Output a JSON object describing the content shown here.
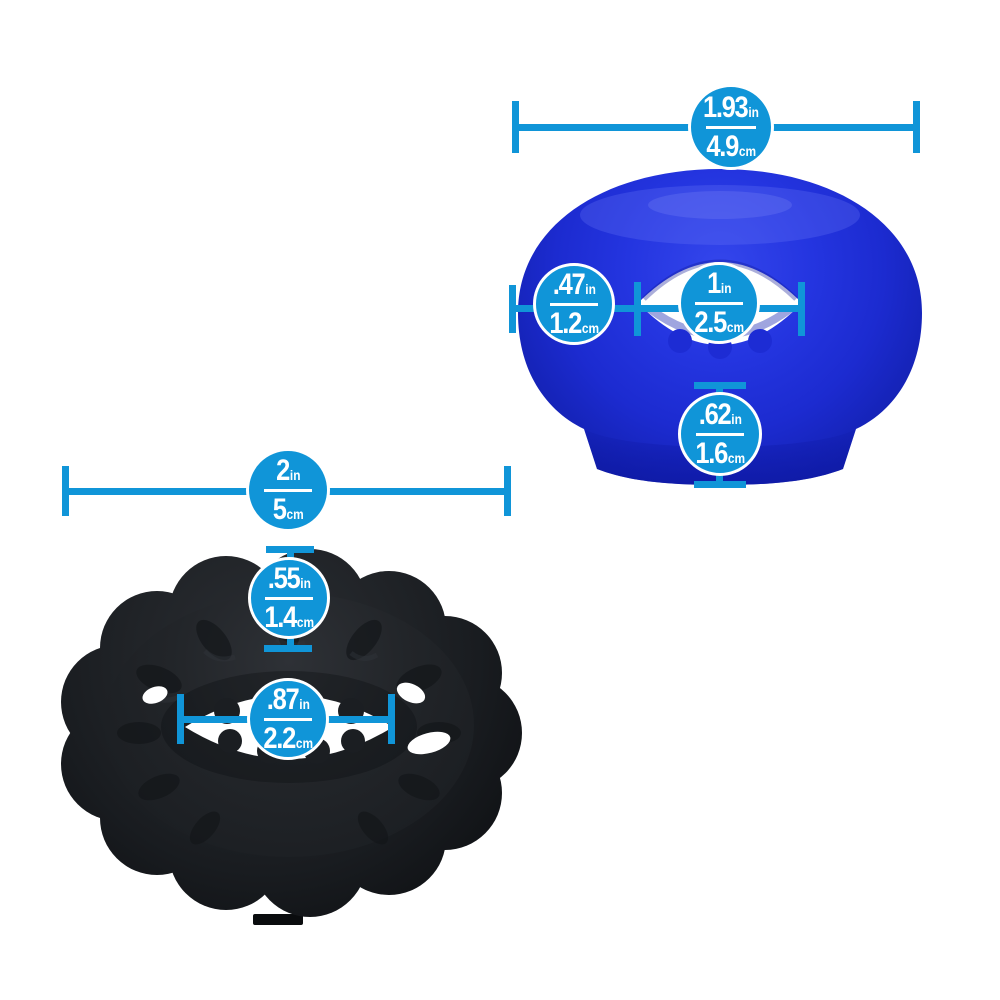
{
  "colors": {
    "background": "#ffffff",
    "accent": "#1095d8",
    "blue_ring_body": "#2334dd",
    "black_ring_body": "#1d2024"
  },
  "units": {
    "inch": "in",
    "cm": "cm"
  },
  "blue_ring": {
    "outer_width": {
      "inch": "1.93",
      "cm": "4.9"
    },
    "tube_thickness": {
      "inch": ".47",
      "cm": "1.2"
    },
    "inner_diameter": {
      "inch": "1",
      "cm": "2.5"
    },
    "height": {
      "inch": ".62",
      "cm": "1.6"
    }
  },
  "black_ring": {
    "outer_width": {
      "inch": "2",
      "cm": "5"
    },
    "tube_thickness": {
      "inch": ".55",
      "cm": "1.4"
    },
    "inner_diameter": {
      "inch": ".87",
      "cm": "2.2"
    }
  }
}
